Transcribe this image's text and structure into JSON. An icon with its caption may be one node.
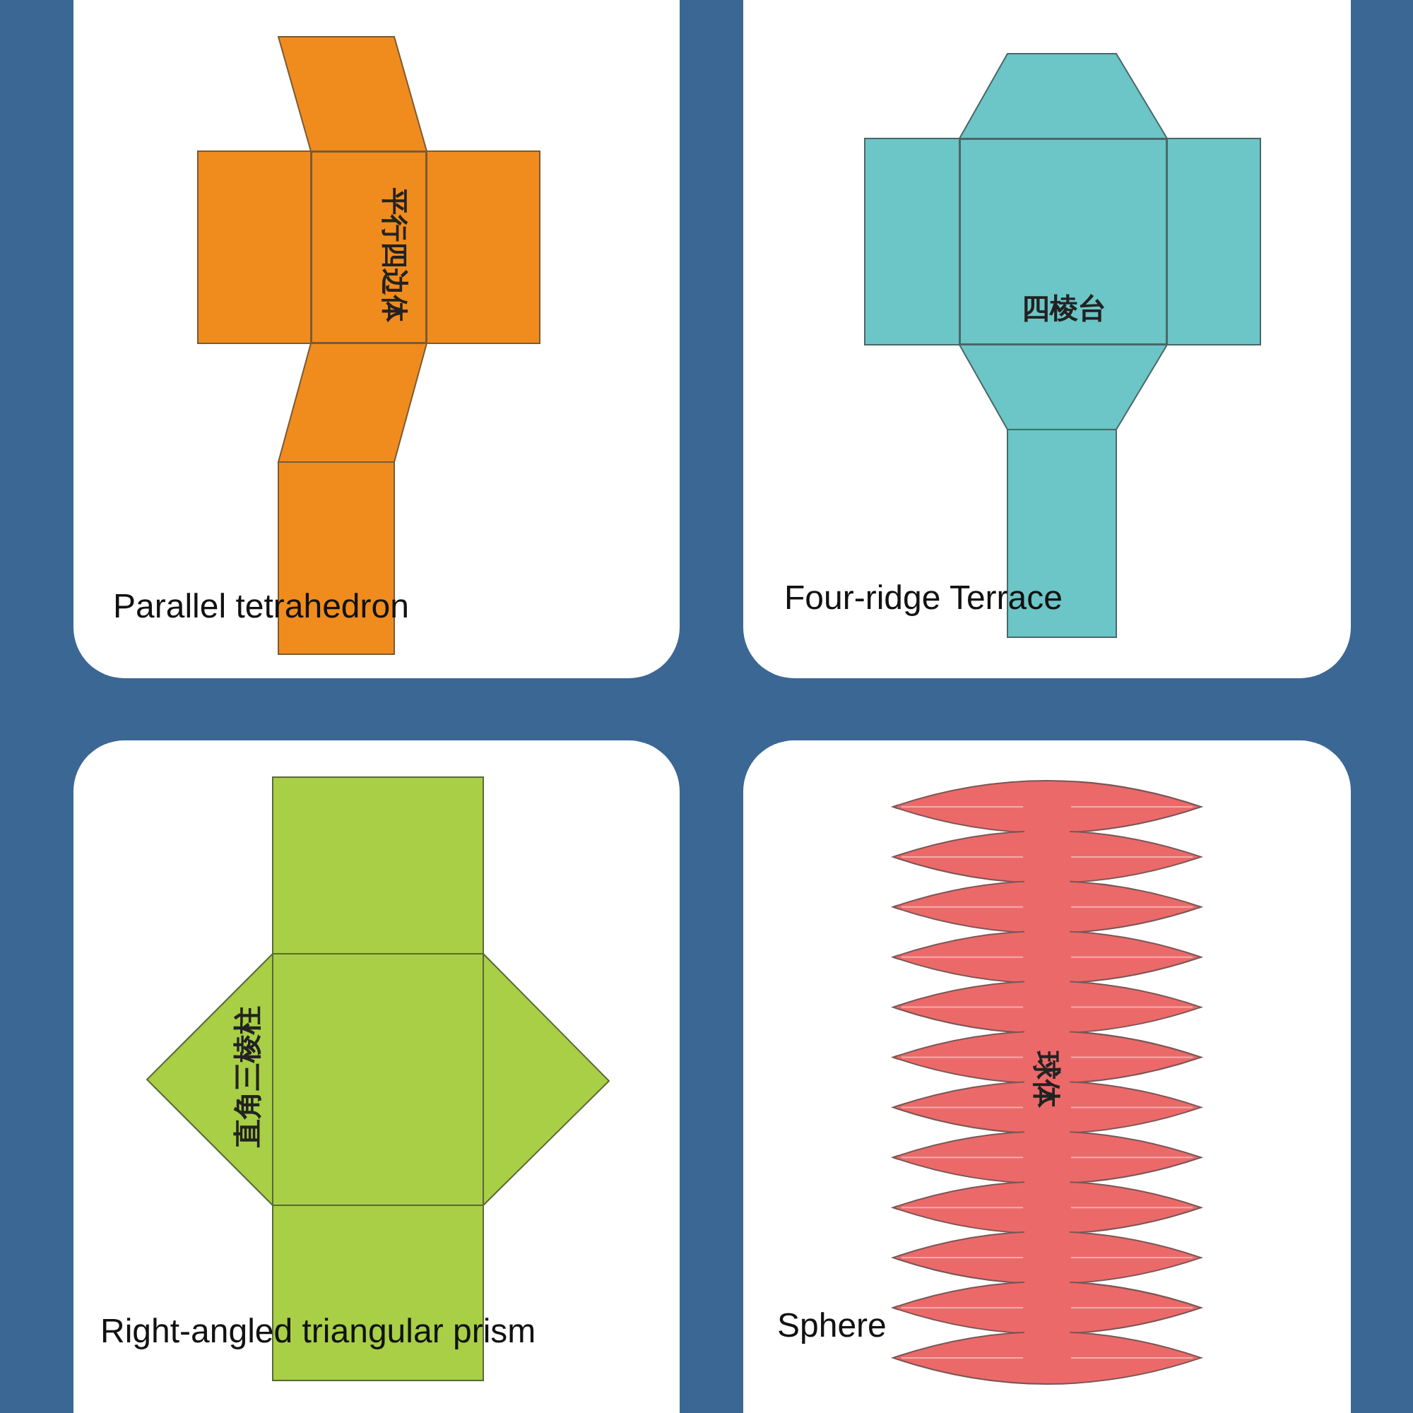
{
  "diagram": {
    "nodes": [
      {
        "text": [
          "Parallel tetrahedron"
        ]
      },
      {
        "text": [
          "平行四边体"
        ],
        "in": 0
      },
      {
        "text": [
          "Four-ridge Terrace"
        ]
      },
      {
        "text": [
          "四棱台"
        ],
        "in": 2
      },
      {
        "text": [
          "Right-angled triangular prism"
        ]
      },
      {
        "text": [
          "直角三棱柱"
        ],
        "in": 4
      },
      {
        "text": [
          "Sphere"
        ]
      },
      {
        "text": [
          "球体"
        ],
        "in": 6
      }
    ]
  }
}
